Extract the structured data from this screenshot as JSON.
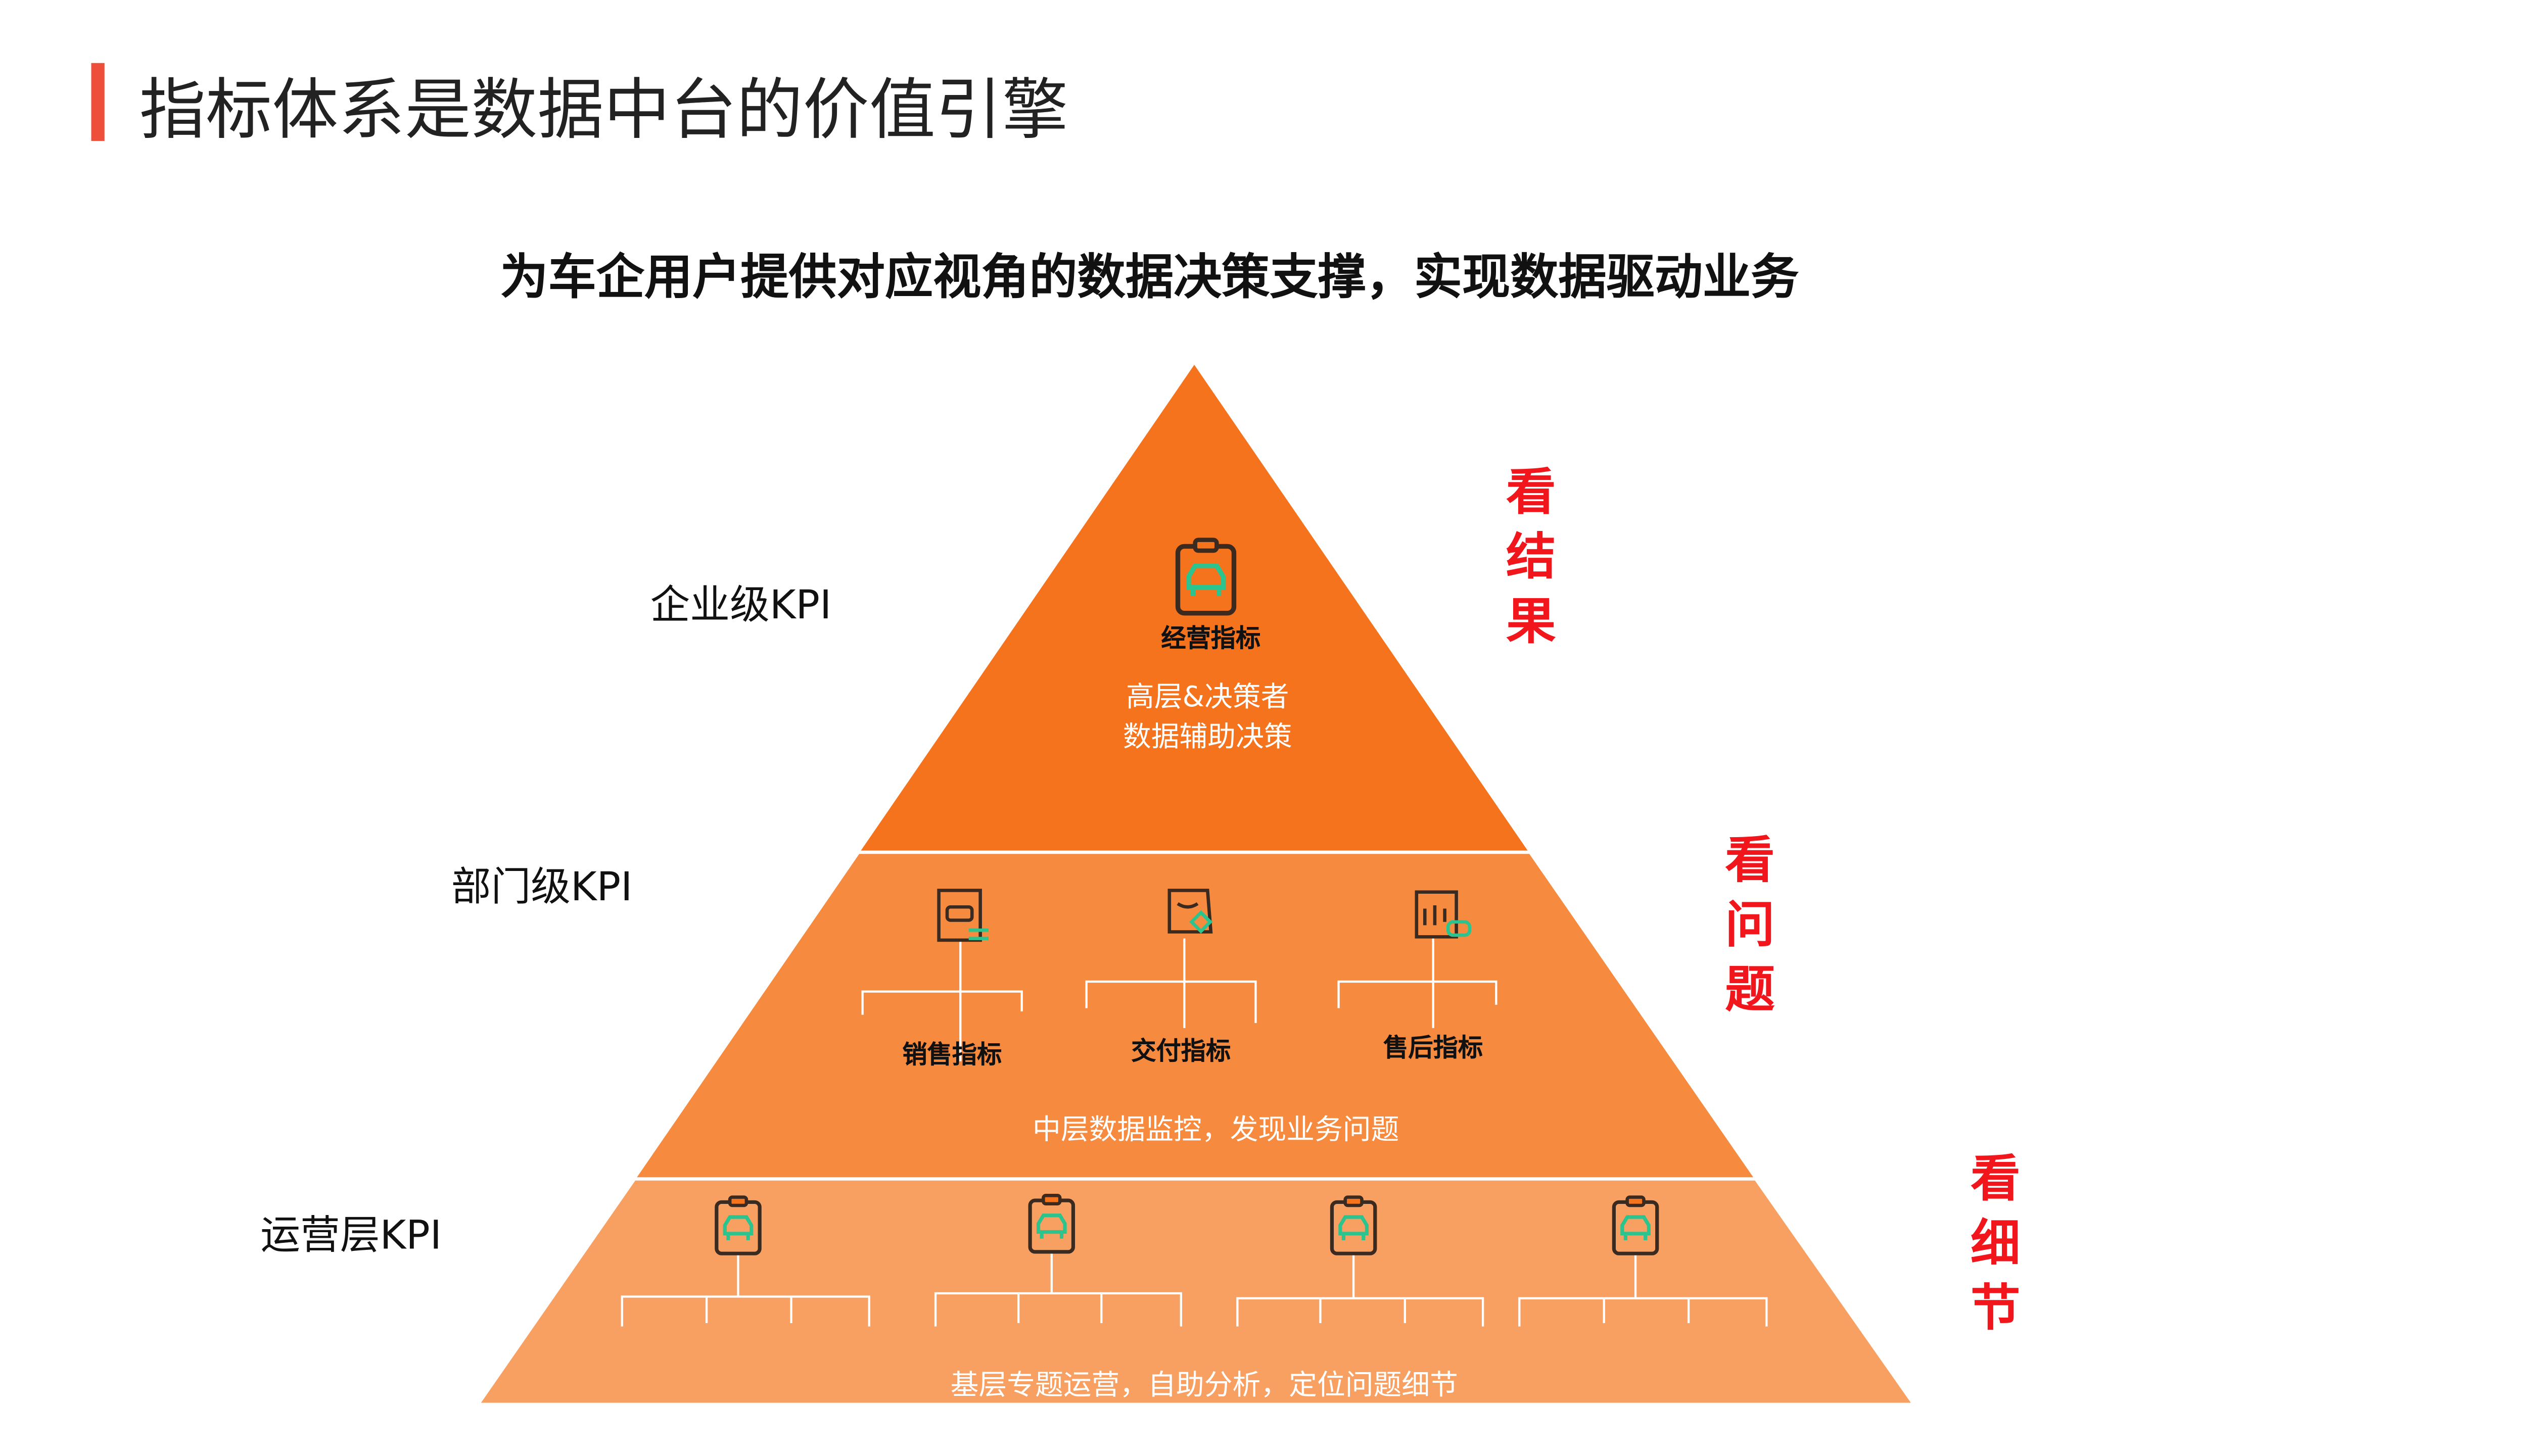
{
  "header": {
    "title": "指标体系是数据中台的价值引擎",
    "subtitle": "为车企用户提供对应视角的数据决策支撑，实现数据驱动业务"
  },
  "levels": [
    {
      "label": "企业级KPI",
      "side": "看结果",
      "metrics": [
        "经营指标"
      ],
      "desc": [
        "高层&决策者",
        "数据辅助决策"
      ],
      "color": "#F5731D"
    },
    {
      "label": "部门级KPI",
      "side": "看问题",
      "metrics": [
        "销售指标",
        "交付指标",
        "售后指标"
      ],
      "desc": [
        "中层数据监控，发现业务问题"
      ],
      "color": "#F68A3F"
    },
    {
      "label": "运营层KPI",
      "side": "看细节",
      "metrics": [],
      "desc": [
        "基层专题运营，自助分析，定位问题细节"
      ],
      "color": "#F8A062"
    }
  ],
  "colors": {
    "accent": "#EE4F3A",
    "side_text": "#F0161C",
    "icon_green": "#2BC48E"
  }
}
